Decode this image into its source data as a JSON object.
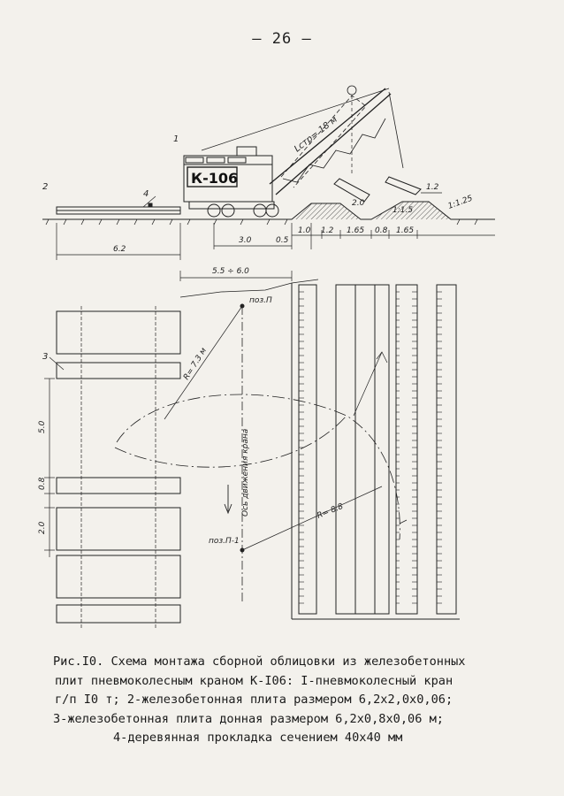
{
  "page_number": "— 26 —",
  "crane_label": "К-106",
  "markers": {
    "m1": "1",
    "m2": "2",
    "m3": "3",
    "m4": "4"
  },
  "boom_label": "Lстр= 18 м",
  "slopes": {
    "s1": "1:1.5",
    "s2": "1:1.25"
  },
  "dims": {
    "d6_2": "6.2",
    "d3_0": "3.0",
    "d0_5": "0.5",
    "d1_0": "1.0",
    "d1_2a": "1.2",
    "d1_65a": "1.65",
    "d0_8": "0.8",
    "d1_65b": "1.65",
    "d1_2b": "1.2",
    "d2_0": "2.0",
    "d5_5": "5.5 ÷ 6.0",
    "v5_0": "5.0",
    "v0_8": "0.8",
    "v2_0": "2.0"
  },
  "positions": {
    "p1": "поз.П",
    "p2": "поз.П-1"
  },
  "radii": {
    "r1": "R= 7.3 м",
    "r2": "R= 8.8"
  },
  "axis_label": "Ось движения крана",
  "caption": {
    "line1": "Рис.I0. Схема монтажа сборной облицовки из железобетонных",
    "line2": "плит пневмоколесным краном К-I06: I-пневмоколесный кран",
    "line3": "г/п I0 т; 2-железобетонная плита размером 6,2х2,0х0,06;",
    "line4": "3-железобетонная плита донная размером 6,2х0,8х0,06 м;",
    "line5": "4-деревянная прокладка сечением 40х40 мм"
  }
}
